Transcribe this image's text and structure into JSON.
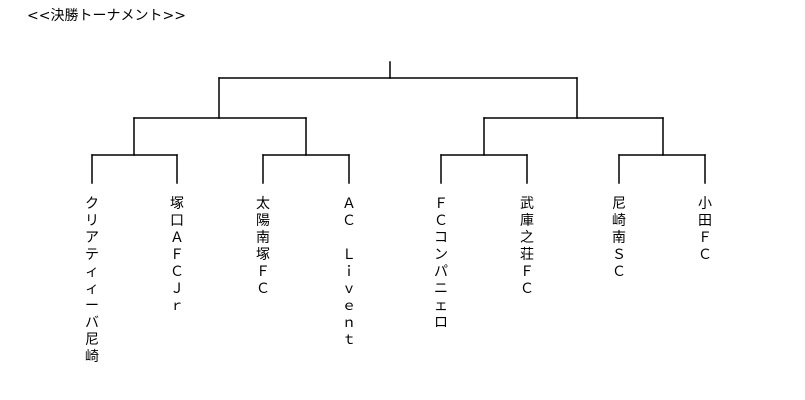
{
  "title": "<<決勝トーナメント>>",
  "line_color": "#000000",
  "teams": [
    {
      "name": "クリアティィーバ尼崎"
    },
    {
      "name": "塚口ＡＦＣＪｒ"
    },
    {
      "name": "太陽南塚ＦＣ"
    },
    {
      "name": "ＡＣ　Ｌｉｖｅｎｔ"
    },
    {
      "name": "ＦＣコンパニェロ"
    },
    {
      "name": "武庫之荘ＦＣ"
    },
    {
      "name": "尼崎南ＳＣ"
    },
    {
      "name": "小田ＦＣ"
    }
  ]
}
